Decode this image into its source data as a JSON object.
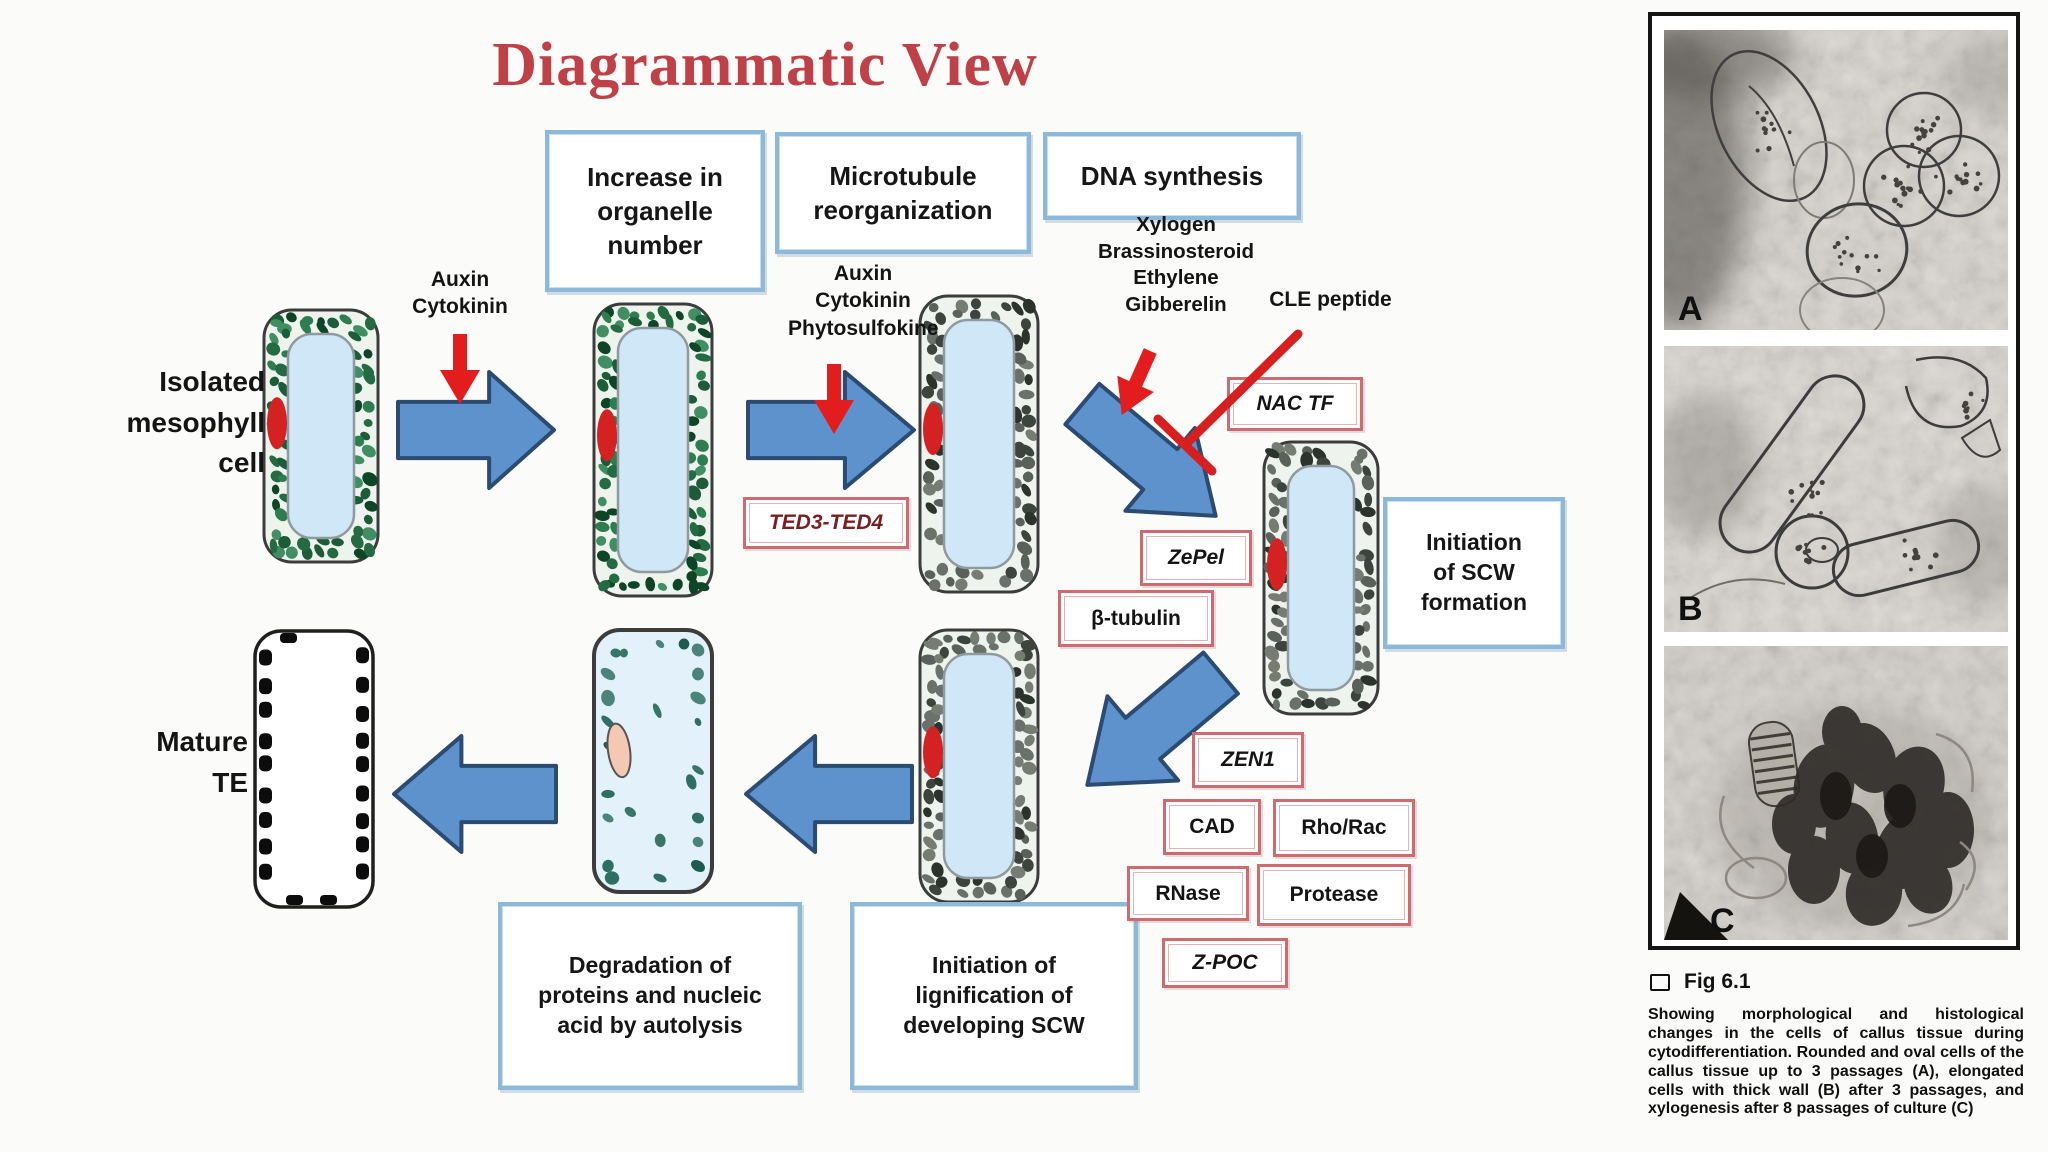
{
  "title": "Diagrammatic View",
  "colors": {
    "title_red": "#c04048",
    "stage_box_blue": "#8cb8da",
    "gene_box_red": "#cf6a70",
    "flow_arrow_blue": "#5d92cc",
    "signal_arrow_red": "#e31d1d",
    "chloroplast_green": "#2e7d4f",
    "nucleus_red_spot": "#d42222",
    "vacuole_blue": "#cfe7f6"
  },
  "stages": {
    "organelle": "Increase in\norganelle\nnumber",
    "microtubule": "Microtubule\nreorganization",
    "dna": "DNA synthesis",
    "scw": "Initiation\nof SCW\nformation",
    "degradation": "Degradation of\nproteins and nucleic\nacid by autolysis",
    "lignification": "Initiation of\nlignification of\ndeveloping SCW"
  },
  "signals": {
    "auxin_cytokinin": "Auxin\nCytokinin",
    "auxin_cytokinin_phytosulfokine": "Auxin\nCytokinin\nPhytosulfokine",
    "xylogen_group": "Xylogen\nBrassinosteroid\nEthylene\nGibberelin",
    "cle_peptide": "CLE peptide"
  },
  "genes": {
    "ted": "TED3-TED4",
    "nac": "NAC TF",
    "zepel": "ZePel",
    "beta_tubulin": "β-tubulin",
    "zen1": "ZEN1",
    "cad": "CAD",
    "rho_rac": "Rho/Rac",
    "rnase": "RNase",
    "protease": "Protease",
    "zpoc": "Z-POC"
  },
  "cell_labels": {
    "isolated": "Isolated\nmesophyll\ncell",
    "mature": "Mature\nTE"
  },
  "figure": {
    "panel_labels": [
      "A",
      "B",
      "C"
    ],
    "fig_label": "Fig 6.1",
    "caption": "Showing morphological and histological changes in the cells of callus tissue during cytodifferentiation. Rounded and oval cells of the callus tissue up to 3 passages (A), elongated cells with thick wall (B) after 3 passages, and xylogenesis after 8 passages of culture (C)"
  }
}
